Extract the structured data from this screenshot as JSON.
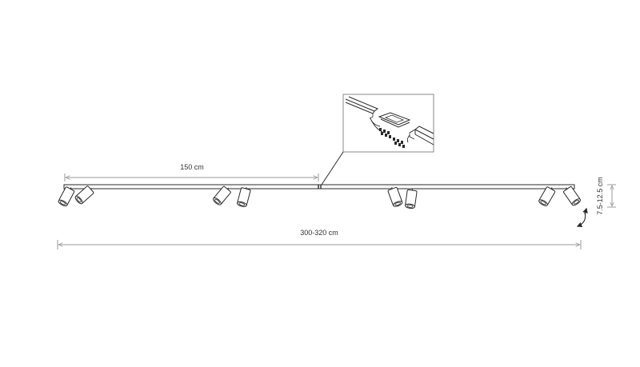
{
  "dimensions": {
    "half_length": "150 cm",
    "total_length": "300-320 cm",
    "height": "7.5-12.5 cm"
  },
  "colors": {
    "line": "#2a2a2a",
    "dimension": "#9a9a9a",
    "background": "#ffffff"
  },
  "icons": {
    "rotate": "rotation-arrow-icon"
  }
}
